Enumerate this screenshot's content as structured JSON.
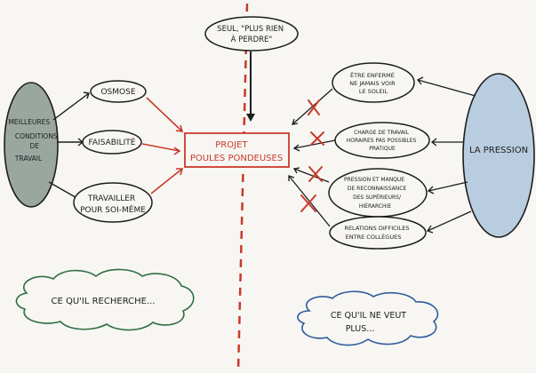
{
  "diagram": {
    "left_ellipse": {
      "lines": [
        "MEILLEURES",
        "CONDITIONS",
        "DE",
        "TRAVAIL"
      ]
    },
    "left_nodes": [
      {
        "id": "osmose",
        "lines": [
          "OSMOSE"
        ]
      },
      {
        "id": "faisabilite",
        "lines": [
          "FAISABILITÉ"
        ]
      },
      {
        "id": "travailler",
        "lines": [
          "TRAVAILLER",
          "POUR SOI-MÊME"
        ]
      }
    ],
    "top_node": {
      "lines": [
        "SEUL, \"PLUS RIEN",
        "À PERDRE\""
      ]
    },
    "center_box": {
      "lines": [
        "PROJET",
        "POULES PONDEUSES"
      ]
    },
    "right_ellipse": {
      "lines": [
        "LA PRESSION"
      ]
    },
    "right_nodes": [
      {
        "id": "enferme",
        "lines": [
          "ÊTRE ENFERMÉ",
          "NE JAMAIS VOIR",
          "LE SOLEIL"
        ]
      },
      {
        "id": "charge",
        "lines": [
          "CHARGE DE TRAVAIL",
          "HORAIRES PAS POSSIBLES",
          "PRATIQUE"
        ]
      },
      {
        "id": "pression",
        "lines": [
          "PRESSION ET MANQUE",
          "DE RECONNAISSANCE",
          "DES SUPÉRIEURS/",
          "HIÉRARCHIE"
        ]
      },
      {
        "id": "relations",
        "lines": [
          "RELATIONS DIFFICILES",
          "ENTRE COLLÈGUES"
        ]
      }
    ],
    "bottom_left_cloud": {
      "text": "CE QU'IL RECHERCHE..."
    },
    "bottom_right_cloud": {
      "lines": [
        "CE QU'IL NE VEUT",
        "PLUS..."
      ]
    },
    "colors": {
      "red": "#c93a2a",
      "green_outline": "#2f6e42",
      "blue_outline": "#2f5d9a",
      "gray_fill": "#9aa7a0",
      "blue_fill": "#b9cde0",
      "ink": "#1d1d1d"
    }
  }
}
